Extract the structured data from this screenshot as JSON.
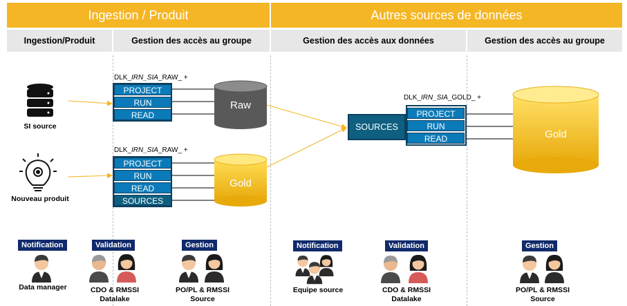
{
  "header": {
    "left_title": "Ingestion / Produit",
    "right_title": "Autres sources de données"
  },
  "subheader": {
    "col1": "Ingestion/Produit",
    "col2": "Gestion des accès au groupe",
    "col3": "Gestion des accès aux données",
    "col4": "Gestion des accès au groupe"
  },
  "sources": {
    "si_source": "SI source",
    "nouveau_produit": "Nouveau produit"
  },
  "group1": {
    "prefix": "DLK_",
    "italic": "IRN_SIA",
    "suffix": "_RAW_ +",
    "items": [
      "PROJECT",
      "RUN",
      "READ"
    ],
    "target": "Raw"
  },
  "group2": {
    "prefix": "DLK_",
    "italic": "IRN_SIA",
    "suffix": "_RAW_ +",
    "items": [
      "PROJECT",
      "RUN",
      "READ",
      "SOURCES"
    ],
    "target": "Gold"
  },
  "sources_box": "SOURCES",
  "group3": {
    "prefix": "DLK_",
    "italic": "IRN_SIA",
    "suffix": "_GOLD_ +",
    "items": [
      "PROJECT",
      "RUN",
      "READ"
    ],
    "target": "Gold"
  },
  "roles": {
    "notification": "Notification",
    "validation": "Validation",
    "gestion": "Gestion"
  },
  "people": {
    "data_manager": "Data manager",
    "cdo1": [
      "CDO & RMSSI",
      "Datalake"
    ],
    "popl1": [
      "PO/PL & RMSSI",
      "Source"
    ],
    "equipe": "Equipe source",
    "cdo2": [
      "CDO & RMSSI",
      "Datalake"
    ],
    "popl2": [
      "PO/PL & RMSSI",
      "Source"
    ]
  },
  "colors": {
    "header": "#f5b625",
    "acl_blue": "#0b7ab8",
    "acl_dark": "#0e5f80",
    "tag_navy": "#102a6b",
    "cylinder_grey": "#595959",
    "cylinder_gold": "#f7c21e"
  }
}
